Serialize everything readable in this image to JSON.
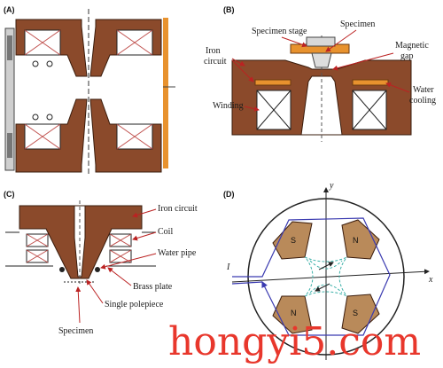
{
  "panels": {
    "a": {
      "label": "(A)"
    },
    "b": {
      "label": "(B)",
      "specimen_stage": "Specimen stage",
      "specimen": "Specimen",
      "magnetic_gap_1": "Magnetic",
      "magnetic_gap_2": "gap",
      "iron_circuit_1": "Iron",
      "iron_circuit_2": "circuit",
      "water_cooling_1": "Water",
      "water_cooling_2": "cooling",
      "winding": "Winding"
    },
    "c": {
      "label": "(C)",
      "iron_circuit": "Iron circuit",
      "coil": "Coil",
      "water_pipe": "Water pipe",
      "brass_plate": "Brass plate",
      "single_polepiece": "Single polepiece",
      "specimen": "Specimen"
    },
    "d": {
      "label": "(D)",
      "axis_y": "y",
      "axis_x": "x",
      "current": "I",
      "pole_top_left": "S",
      "pole_top_right": "N",
      "pole_bottom_left": "N",
      "pole_bottom_right": "S"
    }
  },
  "watermark": "hongyi5.com",
  "colors": {
    "iron": "#8b4a2b",
    "brass": "#e8922e",
    "coil_line": "#c0504d",
    "field": "#3bb0a8",
    "current": "#5a5ab8",
    "watermark": "#e8372c"
  }
}
